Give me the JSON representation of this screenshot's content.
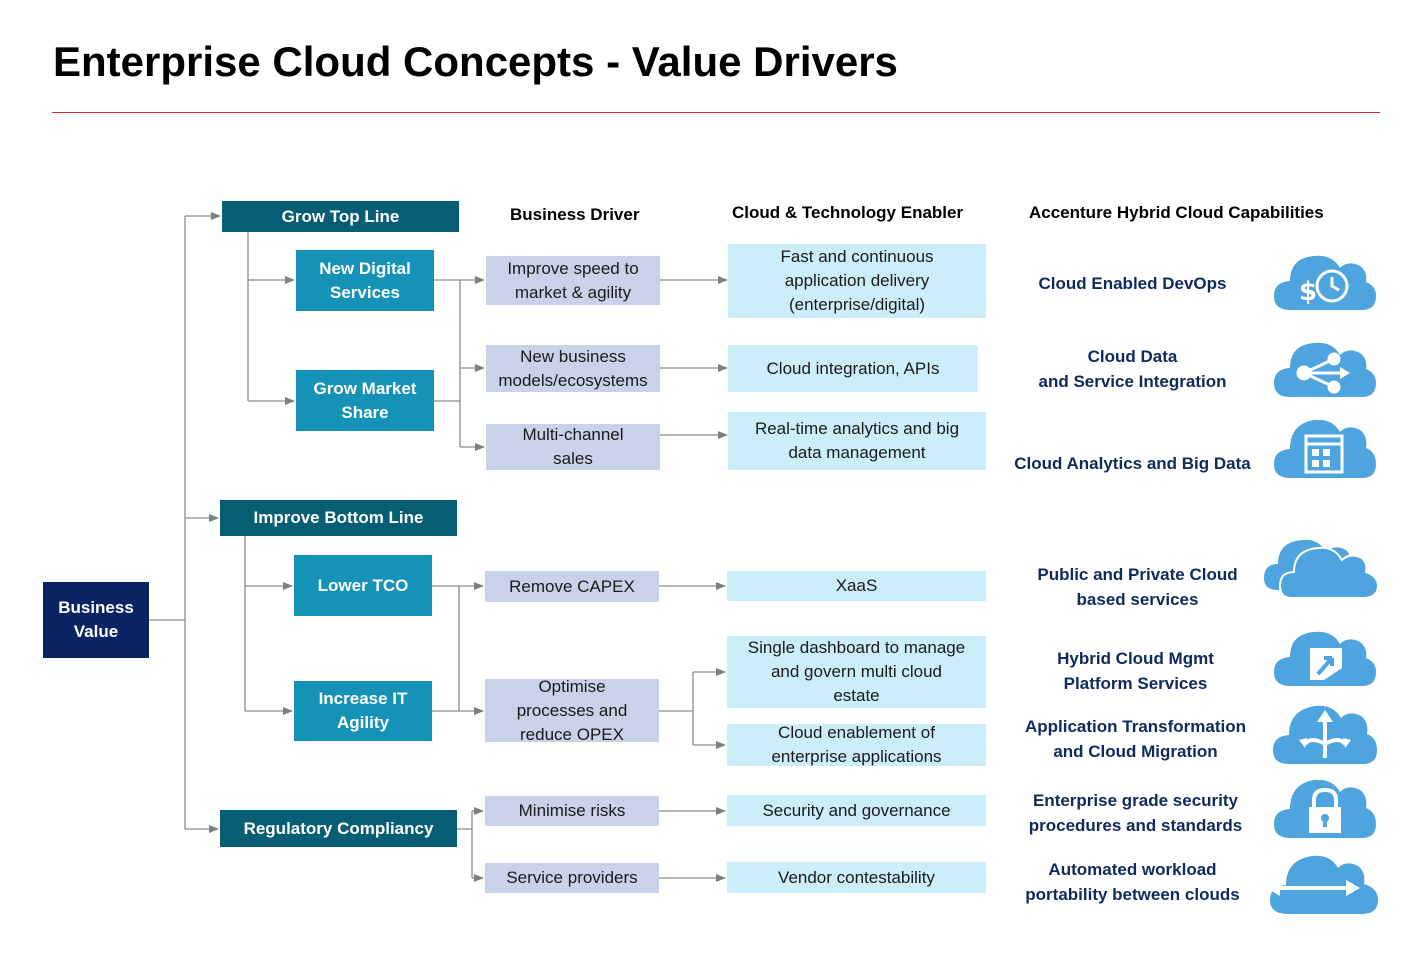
{
  "title": "Enterprise Cloud Concepts - Value Drivers",
  "headers": {
    "business_driver": "Business Driver",
    "enabler": "Cloud & Technology Enabler",
    "capabilities": "Accenture Hybrid Cloud Capabilities"
  },
  "root": "Business\nValue",
  "categories": {
    "grow_top_line": "Grow Top Line",
    "improve_bottom_line": "Improve Bottom Line",
    "regulatory": "Regulatory Compliancy"
  },
  "subs": {
    "new_digital": "New Digital\nServices",
    "grow_market": "Grow Market\nShare",
    "lower_tco": "Lower TCO",
    "increase_it": "Increase IT\nAgility"
  },
  "drivers": {
    "improve_speed": "Improve speed to\nmarket & agility",
    "new_business": "New business\nmodels/ecosystems",
    "multi_channel": "Multi-channel\nsales",
    "remove_capex": "Remove CAPEX",
    "optimise": "Optimise\nprocesses and\nreduce OPEX",
    "minimise_risks": "Minimise risks",
    "service_providers": "Service providers"
  },
  "enablers": {
    "fast_delivery": "Fast and continuous\napplication delivery\n(enterprise/digital)",
    "integration": "Cloud integration, APIs",
    "analytics": "Real-time analytics and big\ndata management",
    "xaas": "XaaS",
    "dashboard": "Single dashboard to manage\nand govern multi cloud\nestate",
    "enablement": "Cloud enablement of\nenterprise applications",
    "security": "Security and governance",
    "vendor": "Vendor contestability"
  },
  "capabilities": [
    {
      "label": "Cloud Enabled DevOps",
      "icon": "cloud-dollar-clock-icon"
    },
    {
      "label": "Cloud Data\nand Service Integration",
      "icon": "cloud-share-icon"
    },
    {
      "label": "Cloud Analytics and Big Data",
      "icon": "cloud-calendar-icon"
    },
    {
      "label": "Public and Private Cloud\nbased services",
      "icon": "double-cloud-icon"
    },
    {
      "label": "Hybrid Cloud Mgmt\nPlatform Services",
      "icon": "cloud-launch-icon"
    },
    {
      "label": "Application Transformation\nand Cloud Migration",
      "icon": "cloud-arrows-icon"
    },
    {
      "label": "Enterprise grade security\nprocedures and standards",
      "icon": "cloud-lock-icon"
    },
    {
      "label": "Automated workload\nportability between clouds",
      "icon": "cloud-double-arrow-icon"
    }
  ],
  "colors": {
    "root": "#0a2463",
    "category": "#075e74",
    "sub": "#1592b8",
    "driver": "#c9d2e8",
    "enabler": "#cbeefa",
    "capability_text": "#0f2a5c",
    "cloud_icon": "#4ea4de",
    "rule": "#d92b2b"
  }
}
